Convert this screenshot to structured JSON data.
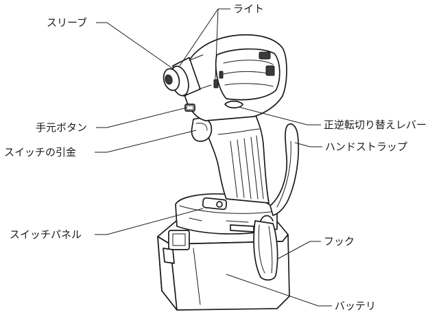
{
  "diagram": {
    "labels": {
      "sleeve": "スリーブ",
      "light": "ライト",
      "hand_button": "手元ボタン",
      "trigger": "スイッチの引金",
      "switch_panel": "スイッチパネル",
      "reverse_lever": "正逆転切り替えレバー",
      "hand_strap": "ハンドストラップ",
      "hook": "フック",
      "battery": "バッテリ"
    },
    "subject_icon": "impact-driver-illustration"
  }
}
